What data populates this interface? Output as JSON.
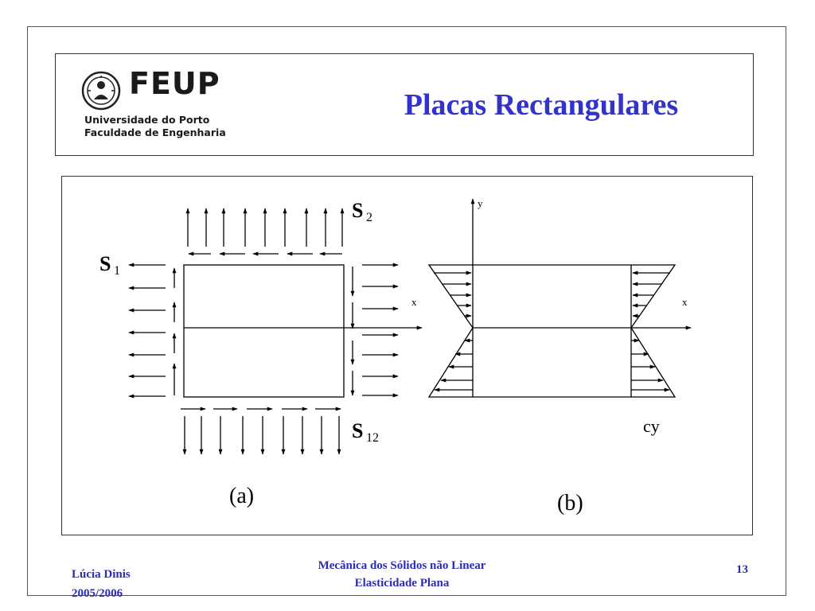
{
  "header": {
    "logo": {
      "name": "FEUP",
      "line1": "Universidade do Porto",
      "line2": "Faculdade de Engenharia"
    },
    "title": "Placas Rectangulares"
  },
  "figure": {
    "panel_a": {
      "caption": "(a)",
      "labels": {
        "s1": {
          "base": "S",
          "sub": "1"
        },
        "s2": {
          "base": "S",
          "sub": "2"
        },
        "s12": {
          "base": "S",
          "sub": "12"
        }
      }
    },
    "panel_b": {
      "caption": "(b)",
      "axis_y": "y",
      "axis_x_left": "x",
      "axis_x_right": "x",
      "load_label": "cy"
    }
  },
  "footer": {
    "author": "Lúcia Dinis",
    "year": "2005/2006",
    "course": "Mecânica dos Sólidos não Linear",
    "topic": "Elasticidade Plana",
    "page": "13"
  }
}
